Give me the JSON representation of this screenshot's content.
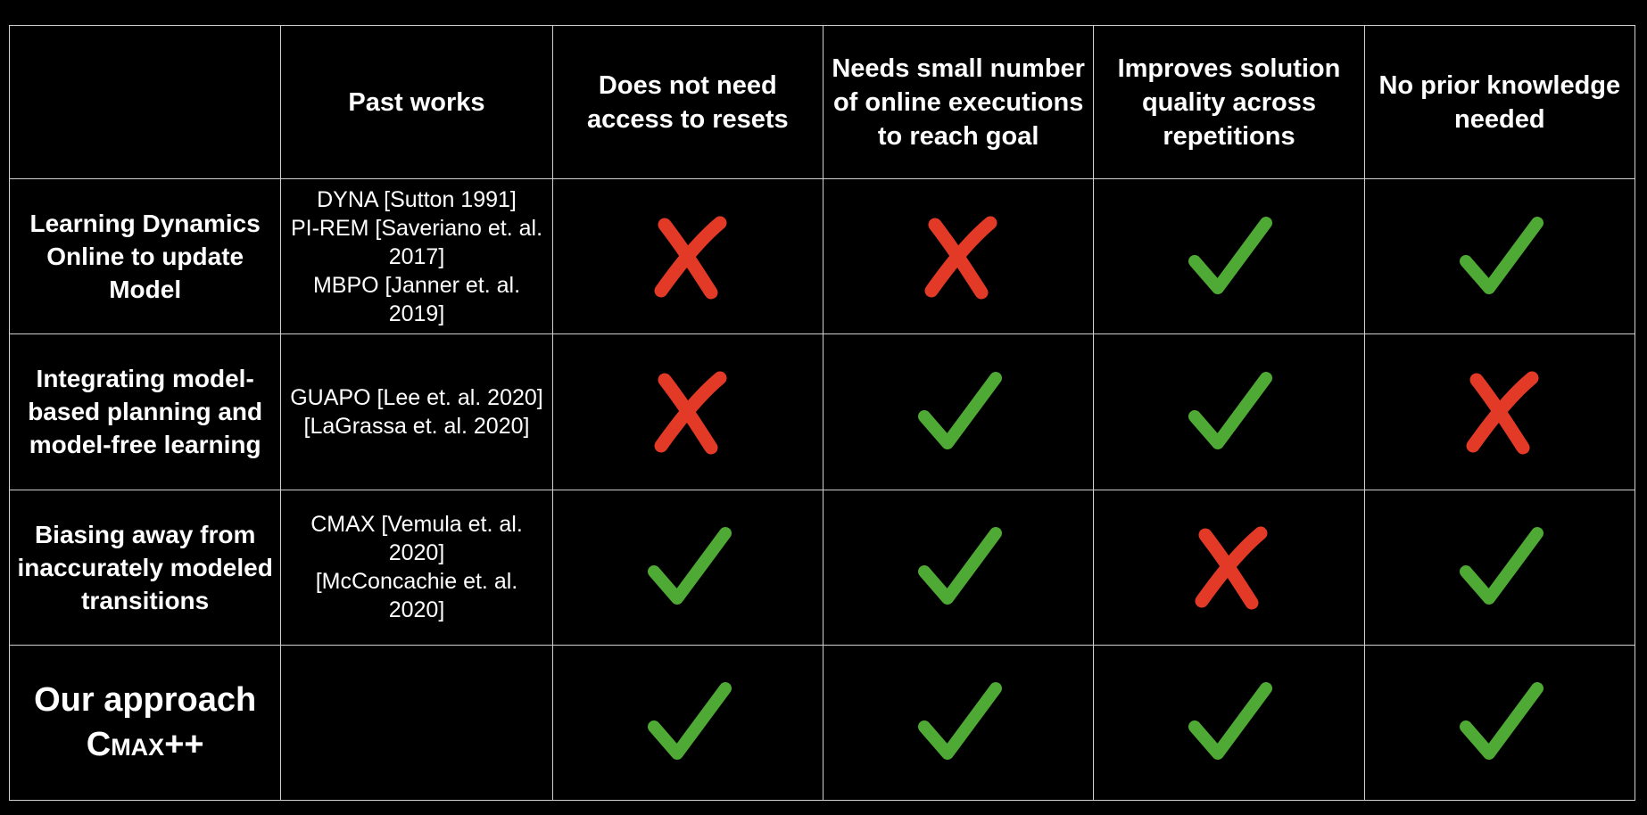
{
  "table": {
    "header": {
      "corner": "",
      "past_works": "Past works",
      "criteria": [
        "Does not need access to resets",
        "Needs small number of online executions to reach goal",
        "Improves solution quality across repetitions",
        "No prior knowledge needed"
      ]
    },
    "rows": [
      {
        "label": "Learning Dynamics Online to update Model",
        "past_works": [
          "DYNA [Sutton 1991]",
          "PI-REM [Saveriano et. al. 2017]",
          "MBPO [Janner et. al. 2019]"
        ],
        "marks": [
          "cross",
          "cross",
          "check",
          "check"
        ]
      },
      {
        "label": "Integrating model-based planning and model-free learning",
        "past_works": [
          "GUAPO [Lee et. al. 2020]",
          "[LaGrassa et. al. 2020]"
        ],
        "marks": [
          "cross",
          "check",
          "check",
          "cross"
        ]
      },
      {
        "label": "Biasing away from inaccurately modeled transitions",
        "past_works": [
          "CMAX [Vemula et. al. 2020]",
          "[McConcachie et. al. 2020]"
        ],
        "marks": [
          "check",
          "check",
          "cross",
          "check"
        ]
      },
      {
        "label_line1": "Our approach",
        "label_line2": "Cmax++",
        "past_works": [],
        "marks": [
          "check",
          "check",
          "check",
          "check"
        ]
      }
    ]
  },
  "colors": {
    "check": "#4faa35",
    "cross": "#e23a26",
    "background": "#000000",
    "text": "#ffffff",
    "grid": "#cfcfcf"
  },
  "icons": {
    "check": "checkmark-icon",
    "cross": "cross-icon"
  }
}
